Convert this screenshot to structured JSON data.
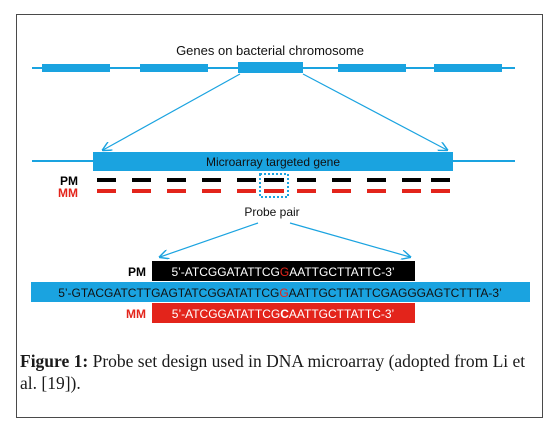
{
  "diagram": {
    "title": "Genes on bacterial chromosome",
    "targeted_gene_label": "Microarray targeted  gene",
    "pm_label": "PM",
    "mm_label": "MM",
    "probe_pair_label": "Probe pair",
    "pm_sequence": {
      "prefix": "5’-ATCGGATATTCG",
      "center": "G",
      "suffix": "AATTGCTTATTC-3’"
    },
    "target_sequence": {
      "prefix": "5’-GTACGATCTTGAGTATCGGATATTCG",
      "center": "G",
      "suffix": "AATTGCTTATTCGAGGGAGTCTTTA-3’"
    },
    "mm_sequence": {
      "prefix": "5’-ATCGGATATTCG",
      "center": "C",
      "suffix": "AATTGCTTATTC-3’"
    },
    "colors": {
      "gene_blue": "#1aa3e0",
      "pm_black": "#000000",
      "mm_red": "#e3241b",
      "center_base_red": "#e3241b",
      "dotted_box": "#1aa3e0"
    }
  },
  "caption": {
    "label": "Figure 1:",
    "text": " Probe set design used in DNA microarray (adopted from Li et al. [19])."
  }
}
